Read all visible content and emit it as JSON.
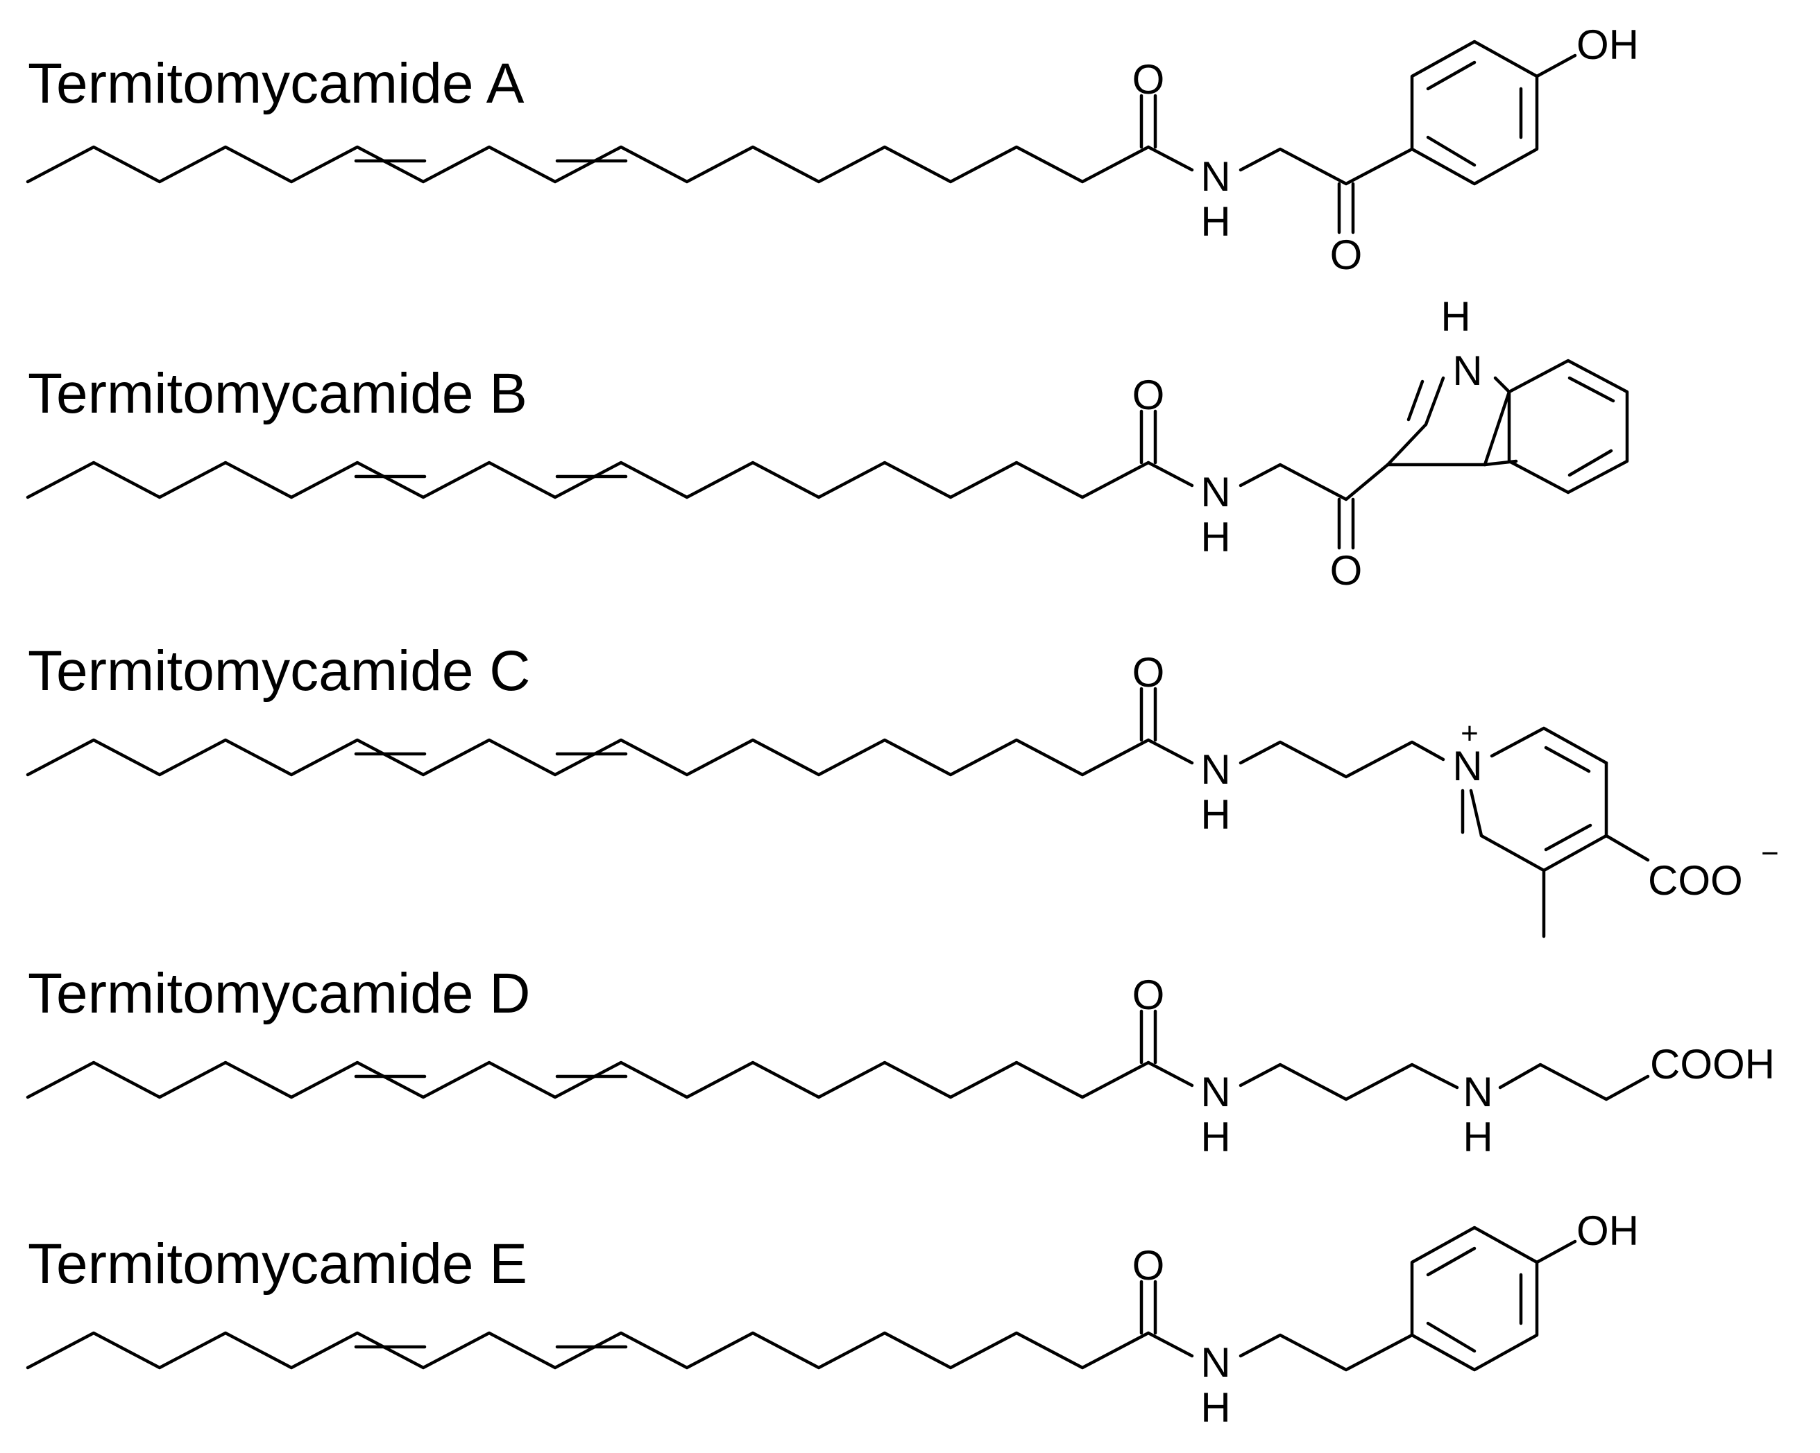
{
  "colors": {
    "background": "#ffffff",
    "ink": "#000000"
  },
  "compounds": [
    {
      "title": "Termitomycamide A",
      "atoms": {
        "amide_o": "O",
        "amide_n": "N",
        "amide_h": "H",
        "ketone_o": "O",
        "oh": "OH"
      }
    },
    {
      "title": "Termitomycamide B",
      "atoms": {
        "amide_o": "O",
        "amide_n": "N",
        "amide_h": "H",
        "ketone_o": "O",
        "indole_n": "N",
        "indole_h": "H"
      }
    },
    {
      "title": "Termitomycamide C",
      "atoms": {
        "amide_o": "O",
        "amide_n": "N",
        "amide_h": "H",
        "pyridinium_n": "N",
        "plus": "+",
        "coo": "COO",
        "minus": "−"
      }
    },
    {
      "title": "Termitomycamide D",
      "atoms": {
        "amide_o": "O",
        "amide_n": "N",
        "amide_h": "H",
        "amine_n": "N",
        "amine_h": "H",
        "cooh": "COOH"
      }
    },
    {
      "title": "Termitomycamide E",
      "atoms": {
        "amide_o": "O",
        "amide_n": "N",
        "amide_h": "H",
        "oh": "OH"
      }
    }
  ]
}
